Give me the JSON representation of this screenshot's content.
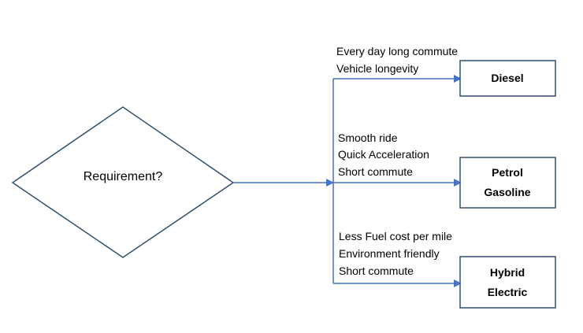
{
  "decision": {
    "label": "Requirement?"
  },
  "branches": [
    {
      "conditions": [
        "Every day long commute",
        "Vehicle longevity"
      ],
      "outcome": [
        "Diesel"
      ]
    },
    {
      "conditions": [
        "Smooth ride",
        "Quick Acceleration",
        "Short commute"
      ],
      "outcome": [
        "Petrol",
        "Gasoline"
      ]
    },
    {
      "conditions": [
        "Less Fuel cost per mile",
        "Environment friendly",
        "Short commute"
      ],
      "outcome": [
        "Hybrid",
        "Electric"
      ]
    }
  ],
  "colors": {
    "shape_stroke": "#2f4f6f",
    "arrow": "#4472c4",
    "text": "#000000"
  }
}
